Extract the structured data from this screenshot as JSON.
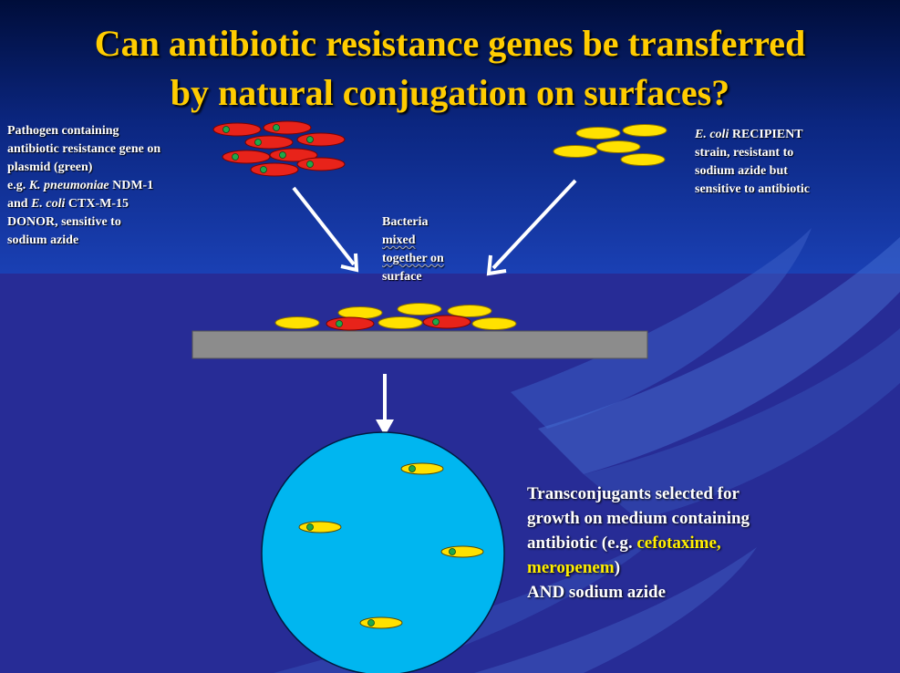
{
  "title": {
    "line1": "Can antibiotic resistance genes be transferred",
    "line2": "by natural conjugation on surfaces?"
  },
  "donor": {
    "l1": "Pathogen containing",
    "l2": "antibiotic resistance gene on",
    "l3": "plasmid (green)",
    "l4a": "e.g. ",
    "l4b": "K. pneumoniae",
    "l4c": " NDM-1",
    "l5a": "and ",
    "l5b": "E. coli",
    "l5c": " CTX-M-15",
    "l6": "DONOR, sensitive to",
    "l7": "sodium azide"
  },
  "recipient": {
    "l1a": "E. coli",
    "l1b": " RECIPIENT",
    "l2": "strain, resistant to",
    "l3": "sodium azide but",
    "l4": "sensitive to antibiotic"
  },
  "mixed": {
    "l1": "Bacteria",
    "l2": "mixed",
    "l3": "together on",
    "l4": "surface"
  },
  "selection": {
    "l1": "Transconjugants selected for",
    "l2": "growth on medium containing",
    "l3a": "antibiotic (e.g. ",
    "l3b": "cefotaxime,",
    "l4a": "meropenem",
    "l4b": ")",
    "l5": " AND sodium azide"
  },
  "colors": {
    "donor_cell": "#e8231a",
    "recipient_cell": "#ffe100",
    "plasmid": "#1fa84a",
    "agar_plate": "#00b6f0",
    "surface": "#8c8c8c",
    "title": "#ffcc00"
  }
}
